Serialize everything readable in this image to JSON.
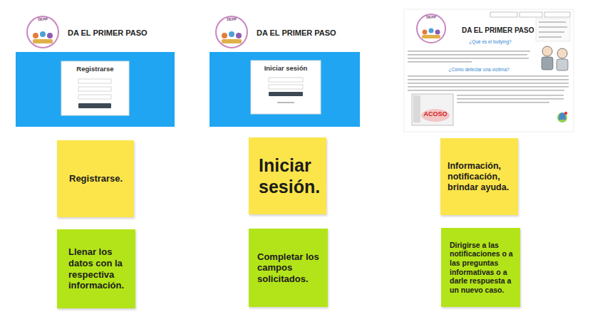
{
  "diagram": {
    "nodes": [
      {
        "text": [
          "Registrarse."
        ]
      },
      {
        "text": [
          "Iniciar sesión."
        ]
      },
      {
        "text": [
          "Información, notificación, brindar ayuda."
        ]
      },
      {
        "text": [
          "Llenar los datos con la respectiva información."
        ]
      },
      {
        "text": [
          "Completar los campos solicitados."
        ]
      },
      {
        "text": [
          "Dirigirse a las notificaciones o a las preguntas informativas o a darle respuesta a un nuevo caso."
        ]
      }
    ],
    "labels": [
      "DEPP",
      "DA EL PRIMER PASO",
      "Registrarse",
      "DEPP",
      "DA EL PRIMER PASO",
      "Iniciar sesión",
      "DEPP",
      "DA EL PRIMER PASO",
      "¿Qué es el bullying?",
      "¿Cómo detectar una víctima?",
      "ACOSO"
    ]
  }
}
